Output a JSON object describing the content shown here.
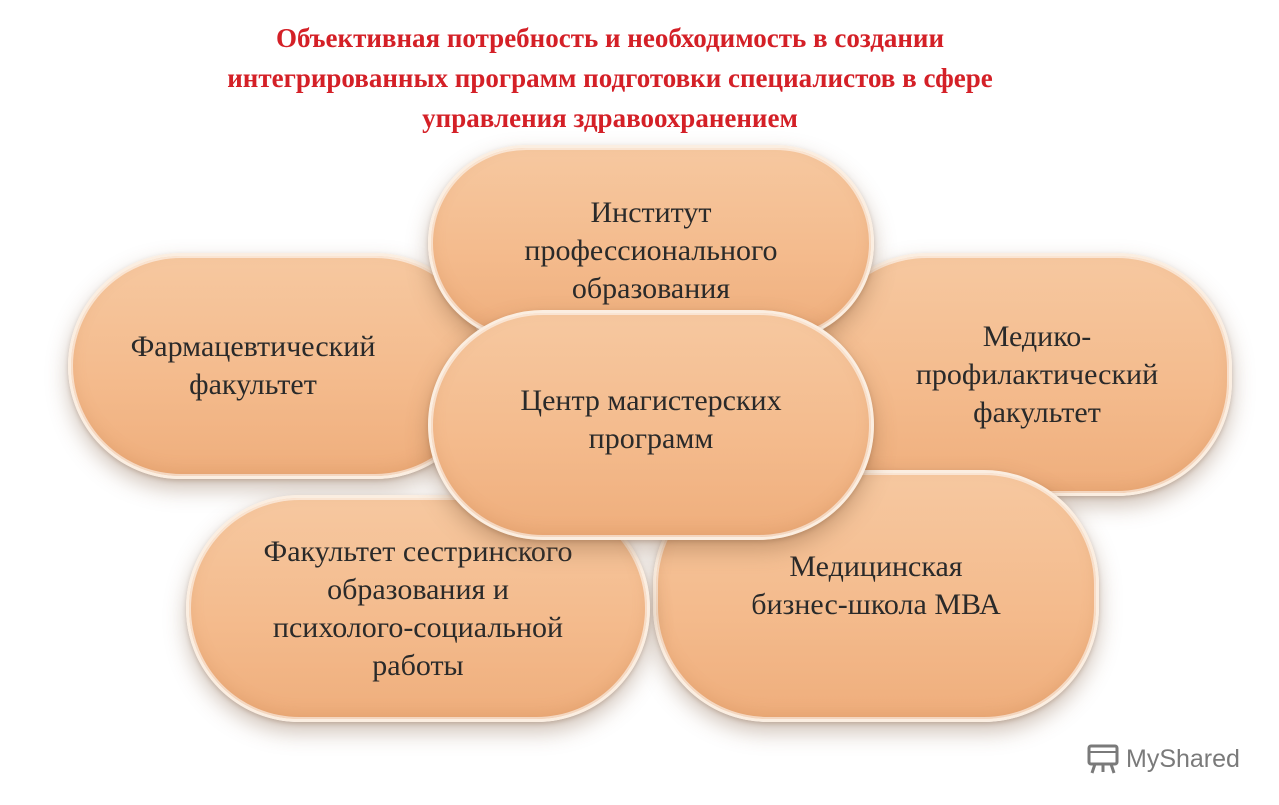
{
  "title": {
    "line1": "Объективная потребность и необходимость в создании",
    "line2": "интегрированных программ подготовки специалистов в сфере",
    "line3": "управления здравоохранением"
  },
  "nodes": {
    "pharma": {
      "line1": "Фармацевтический",
      "line2": "факультет"
    },
    "institute": {
      "line1": "Институт",
      "line2": "профессионального",
      "line3": "образования"
    },
    "medprof": {
      "line1": "Медико-",
      "line2": "профилактический",
      "line3": "факультет"
    },
    "center": {
      "line1": "Центр магистерских",
      "line2": "программ"
    },
    "nursing": {
      "line1": "Факультет сестринского",
      "line2": "образования и",
      "line3": "психолого-социальной",
      "line4": "работы"
    },
    "mba": {
      "line1": "Медицинская",
      "line2": "бизнес-школа МВА"
    }
  },
  "watermark": {
    "text": "MyShared",
    "icon": "presentation-board-icon"
  },
  "colors": {
    "title": "#d42027",
    "pill_fill": "#f4bb8d",
    "pill_border": "#fbeee1"
  }
}
